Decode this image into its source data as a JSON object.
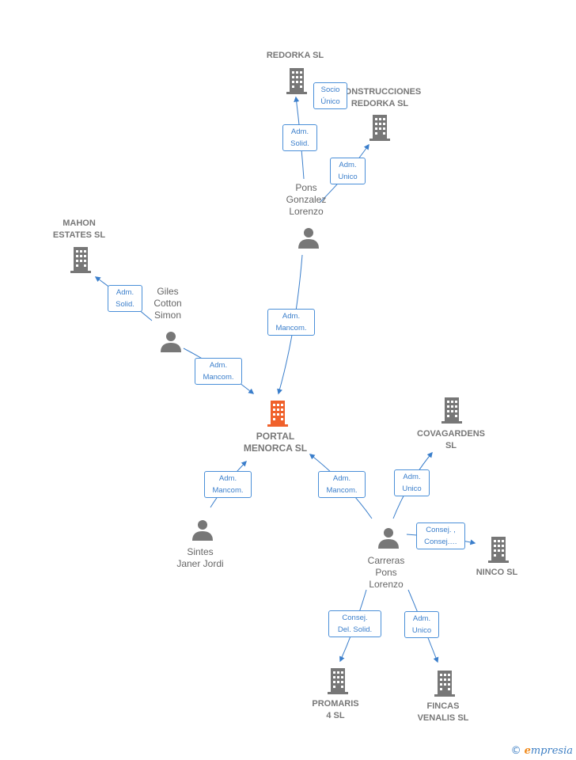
{
  "nodes": {
    "redorka": {
      "name": "REDORKA SL"
    },
    "construcciones": {
      "name": "CONSTRUCCIONES\nREDORKA SL"
    },
    "pons": {
      "name": "Pons\nGonzalez\nLorenzo"
    },
    "mahon": {
      "name": "MAHON\nESTATES  SL"
    },
    "giles": {
      "name": "Giles\nCotton\nSimon"
    },
    "portal": {
      "name": "PORTAL\nMENORCA  SL"
    },
    "covagardens": {
      "name": "COVAGARDENS\nSL"
    },
    "sintes": {
      "name": "Sintes\nJaner Jordi"
    },
    "carreras": {
      "name": "Carreras\nPons\nLorenzo"
    },
    "ninco": {
      "name": "NINCO  SL"
    },
    "promaris": {
      "name": "PROMARIS\n4 SL"
    },
    "fincas": {
      "name": "FINCAS\nVENALIS SL"
    }
  },
  "edges": {
    "pons_redorka": "Adm.\nSolid.",
    "socio_unico": "Socio\nÚnico",
    "pons_construcciones": "Adm.\nUnico",
    "giles_mahon": "Adm.\nSolid.",
    "pons_portal": "Adm.\nMancom.",
    "giles_portal": "Adm.\nMancom.",
    "sintes_portal": "Adm.\nMancom.",
    "carreras_portal": "Adm.\nMancom.",
    "carreras_covagardens": "Adm.\nUnico",
    "carreras_ninco": "Consej. ,\nConsej.…",
    "carreras_promaris": "Consej.\nDel. Solid.",
    "carreras_fincas": "Adm.\nUnico"
  },
  "colors": {
    "edge": "#3a7ecb",
    "company": "#777777",
    "main_company": "#f0612b",
    "person": "#777777"
  },
  "footer": {
    "copyright": "©",
    "brand_first": "e",
    "brand_rest": "mpresia"
  }
}
